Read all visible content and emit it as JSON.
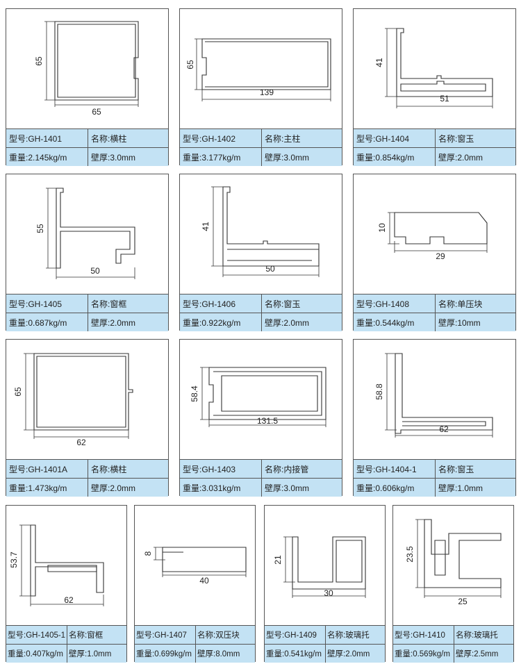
{
  "cards": [
    {
      "model": "型号:GH-1401",
      "name": "名称:横柱",
      "weight": "重量:2.145kg/m",
      "wall": "壁厚:3.0mm",
      "dim_v": "65",
      "dim_h": "65"
    },
    {
      "model": "型号:GH-1402",
      "name": "名称:主柱",
      "weight": "重量:3.177kg/m",
      "wall": "壁厚:3.0mm",
      "dim_v": "65",
      "dim_h": "139"
    },
    {
      "model": "型号:GH-1404",
      "name": "名称:窗玉",
      "weight": "重量:0.854kg/m",
      "wall": "壁厚:2.0mm",
      "dim_v": "41",
      "dim_h": "51"
    },
    {
      "model": "型号:GH-1405",
      "name": "名称:窗框",
      "weight": "重量:0.687kg/m",
      "wall": "壁厚:2.0mm",
      "dim_v": "55",
      "dim_h": "50"
    },
    {
      "model": "型号:GH-1406",
      "name": "名称:窗玉",
      "weight": "重量:0.922kg/m",
      "wall": "壁厚:2.0mm",
      "dim_v": "41",
      "dim_h": "50"
    },
    {
      "model": "型号:GH-1408",
      "name": "名称:单压块",
      "weight": "重量:0.544kg/m",
      "wall": "壁厚:10mm",
      "dim_v": "10",
      "dim_h": "29"
    },
    {
      "model": "型号:GH-1401A",
      "name": "名称:横柱",
      "weight": "重量:1.473kg/m",
      "wall": "壁厚:2.0mm",
      "dim_v": "65",
      "dim_h": "62"
    },
    {
      "model": "型号:GH-1403",
      "name": "名称:内接管",
      "weight": "重量:3.031kg/m",
      "wall": "壁厚:3.0mm",
      "dim_v": "58.4",
      "dim_h": "131.5"
    },
    {
      "model": "型号:GH-1404-1",
      "name": "名称:窗玉",
      "weight": "重量:0.606kg/m",
      "wall": "壁厚:1.0mm",
      "dim_v": "58.8",
      "dim_h": "62"
    },
    {
      "model": "型号:GH-1405-1",
      "name": "名称:窗框",
      "weight": "重量:0.407kg/m",
      "wall": "壁厚:1.0mm",
      "dim_v": "53.7",
      "dim_h": "62"
    },
    {
      "model": "型号:GH-1407",
      "name": "名称:双压块",
      "weight": "重量:0.699kg/m",
      "wall": "壁厚:8.0mm",
      "dim_v": "8",
      "dim_h": "40"
    },
    {
      "model": "型号:GH-1409",
      "name": "名称:玻璃托",
      "weight": "重量:0.541kg/m",
      "wall": "壁厚:2.0mm",
      "dim_v": "21",
      "dim_h": "30"
    },
    {
      "model": "型号:GH-1410",
      "name": "名称:玻璃托",
      "weight": "重量:0.569kg/m",
      "wall": "壁厚:2.5mm",
      "dim_v": "23.5",
      "dim_h": "25"
    }
  ]
}
